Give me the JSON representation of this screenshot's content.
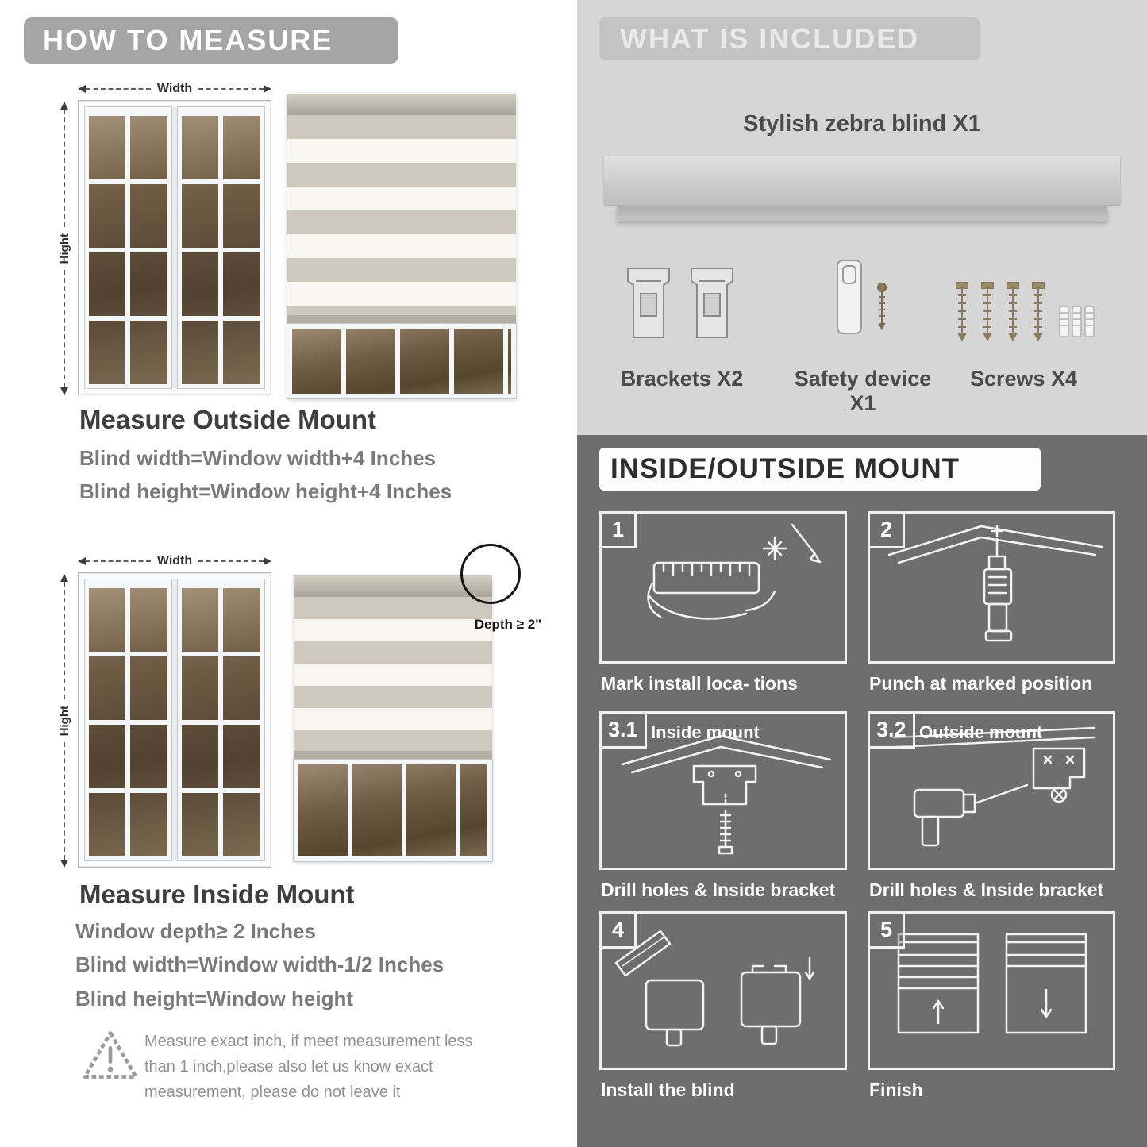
{
  "colors": {
    "banner_gray": "#a5a5a5",
    "included_bg": "#d6d6d6",
    "mount_bg": "#6e6e6e",
    "stripe_gray": "#cfc9bd"
  },
  "left": {
    "header": "HOW TO MEASURE",
    "outside": {
      "width_label": "Width",
      "height_label": "Hight",
      "title": "Measure Outside Mount",
      "line1": "Blind width=Window width+4 Inches",
      "line2": "Blind height=Window height+4 Inches"
    },
    "inside": {
      "width_label": "Width",
      "height_label": "Hight",
      "depth_label": "Depth ≥ 2\"",
      "title": "Measure Inside Mount",
      "line1": "Window depth≥ 2 Inches",
      "line2": "Blind width=Window width-1/2 Inches",
      "line3": "Blind height=Window height"
    },
    "warning": "Measure exact inch, if meet measurement less than 1 inch,please also let us know exact measurement, please do not leave it"
  },
  "included": {
    "header": "WHAT IS INCLUDED",
    "blind_label": "Stylish zebra blind X1",
    "items": [
      {
        "label": "Brackets X2"
      },
      {
        "label": "Safety device X1"
      },
      {
        "label": "Screws X4"
      }
    ]
  },
  "mount": {
    "header": "INSIDE/OUTSIDE MOUNT",
    "steps": [
      {
        "num": "1",
        "caption": "Mark install loca- tions"
      },
      {
        "num": "2",
        "caption": "Punch at  marked position"
      },
      {
        "num": "3.1",
        "title": "Inside mount",
        "caption": "Drill holes &  Inside bracket"
      },
      {
        "num": "3.2",
        "title": "Outside mount",
        "caption": "Drill holes &  Inside bracket"
      },
      {
        "num": "4",
        "caption": "Install the blind"
      },
      {
        "num": "5",
        "caption": "Finish"
      }
    ]
  }
}
